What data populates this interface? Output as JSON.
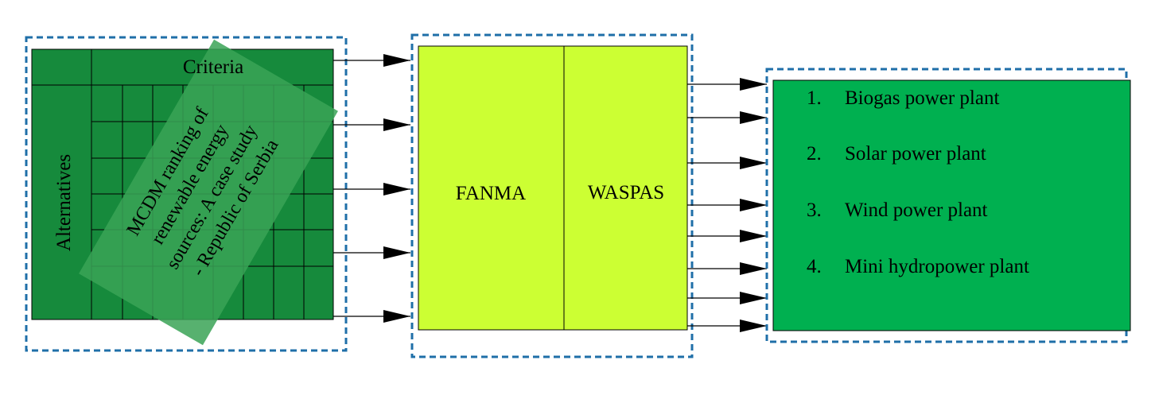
{
  "matrix": {
    "criteria_label": "Criteria",
    "alternatives_label": "Alternatives",
    "overlay_lines": [
      "MCDM ranking of",
      "renewable energy",
      "sources: A case study",
      "- Republic of Serbia"
    ]
  },
  "methods": {
    "left_label": "FANMA",
    "right_label": "WASPAS"
  },
  "results": {
    "items": [
      {
        "num": "1.",
        "label": "Biogas power plant"
      },
      {
        "num": "2.",
        "label": "Solar power plant"
      },
      {
        "num": "3.",
        "label": "Wind power plant"
      },
      {
        "num": "4.",
        "label": "Mini hydropower plant"
      }
    ]
  },
  "colors": {
    "matrix_fill": "#168a3c",
    "overlay_fill": "#3aa356",
    "methods_fill": "#ccff33",
    "results_fill": "#00b050",
    "dashed_border": "#1f6fa8"
  }
}
